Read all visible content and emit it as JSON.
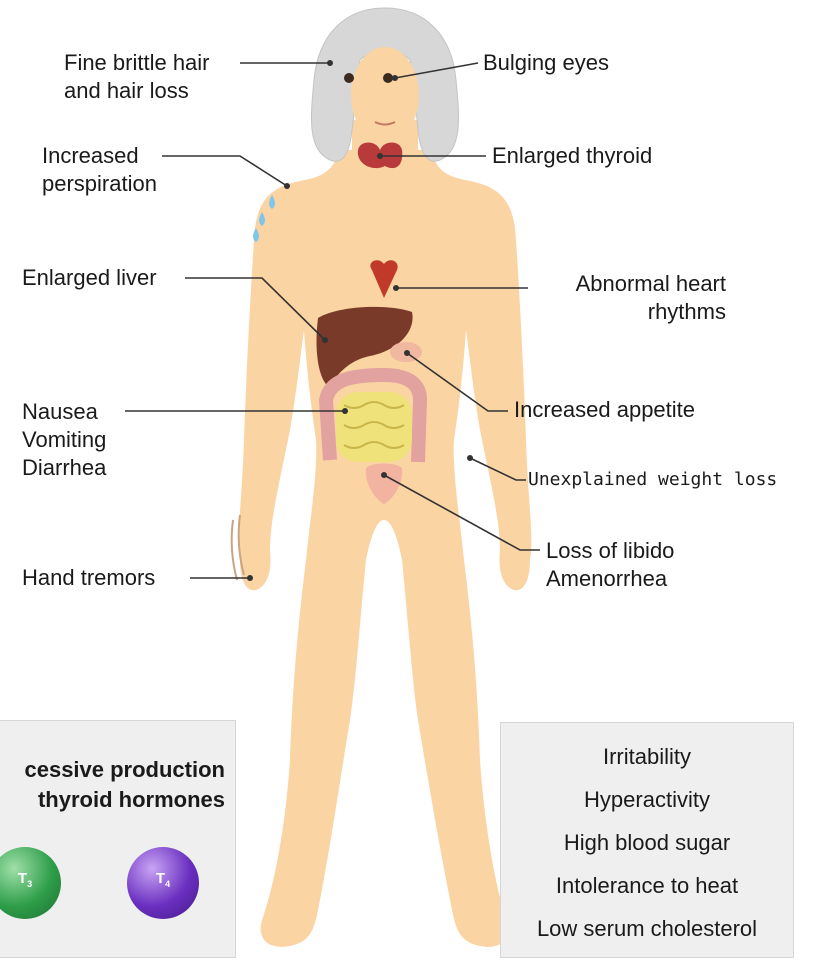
{
  "figure": {
    "labels": {
      "hair": [
        "Fine brittle hair",
        "and hair loss"
      ],
      "eyes": "Bulging eyes",
      "perspiration": [
        "Increased",
        "perspiration"
      ],
      "thyroid": "Enlarged thyroid",
      "liver": "Enlarged liver",
      "heart": [
        "Abnormal heart",
        "rhythms"
      ],
      "gi": [
        "Nausea",
        "Vomiting",
        "Diarrhea"
      ],
      "appetite": "Increased appetite",
      "weight": "Unexplained weight loss",
      "libido": [
        "Loss of libido",
        "Amenorrhea"
      ],
      "tremors": "Hand tremors"
    },
    "left_panel": {
      "title": [
        "cessive production",
        "thyroid hormones"
      ],
      "hormones": [
        {
          "symbol": "T",
          "sub": "3",
          "color": "#2e9e4a"
        },
        {
          "symbol": "T",
          "sub": "4",
          "color": "#6a2fc0"
        }
      ]
    },
    "right_panel": {
      "items": [
        "Irritability",
        "Hyperactivity",
        "High blood sugar",
        "Intolerance to heat",
        "Low serum cholesterol"
      ]
    },
    "colors": {
      "skin": "#fbd4a4",
      "hair": "#d7d7d7",
      "liver": "#7a3a2a",
      "intestine": "#efe27a",
      "thyroid": "#b93a3a"
    }
  }
}
